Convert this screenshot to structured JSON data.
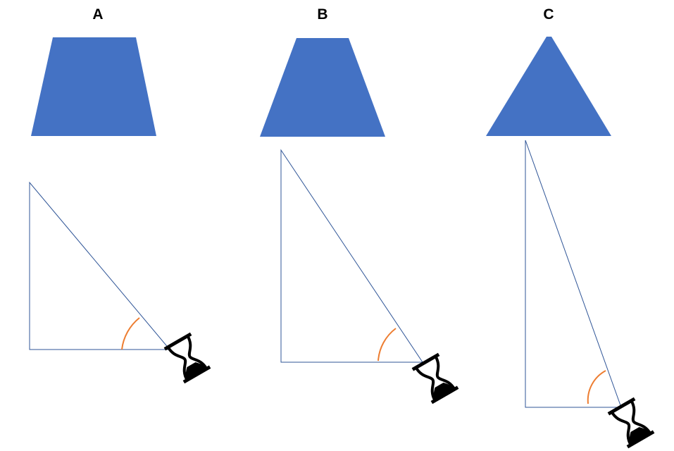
{
  "labels": {
    "a": "A",
    "b": "B",
    "c": "C"
  },
  "colors": {
    "shape_fill": "#4472C4",
    "triangle_stroke": "#2F5597",
    "angle_arc": "#ED7D31",
    "icon": "#000000"
  },
  "icons": {
    "viewer": "hourglass-icon"
  }
}
